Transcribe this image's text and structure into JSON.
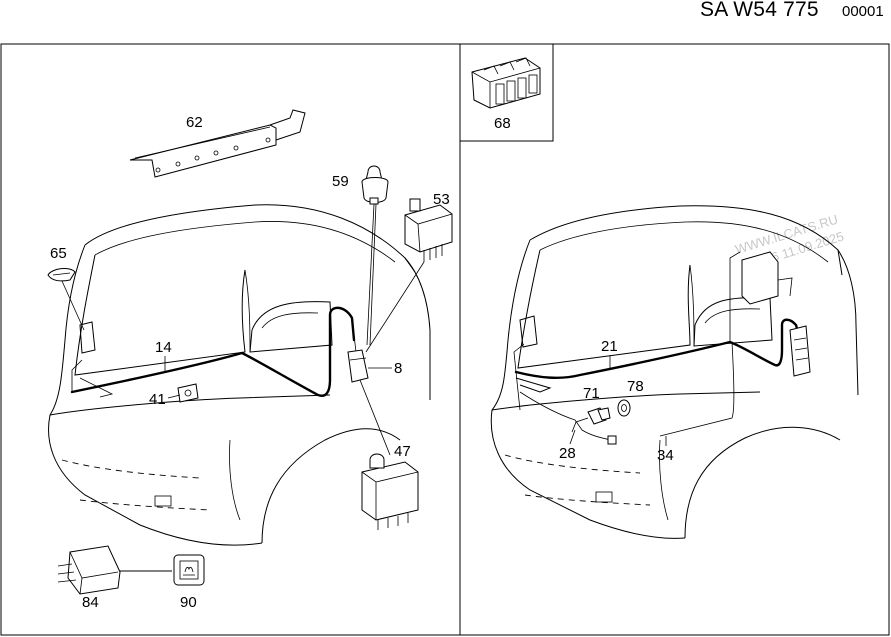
{
  "header": {
    "code": "SA W54 775",
    "number": "00001"
  },
  "watermark": {
    "line1": "WWW.ILCATS.RU",
    "line2": "02.06 11.09.2025"
  },
  "callouts": {
    "c62": "62",
    "c59": "59",
    "c53": "53",
    "c65": "65",
    "c14": "14",
    "c41": "41",
    "c8": "8",
    "c47": "47",
    "c84": "84",
    "c90": "90",
    "c68": "68",
    "c21": "21",
    "c71": "71",
    "c78": "78",
    "c28": "28",
    "c34": "34"
  }
}
